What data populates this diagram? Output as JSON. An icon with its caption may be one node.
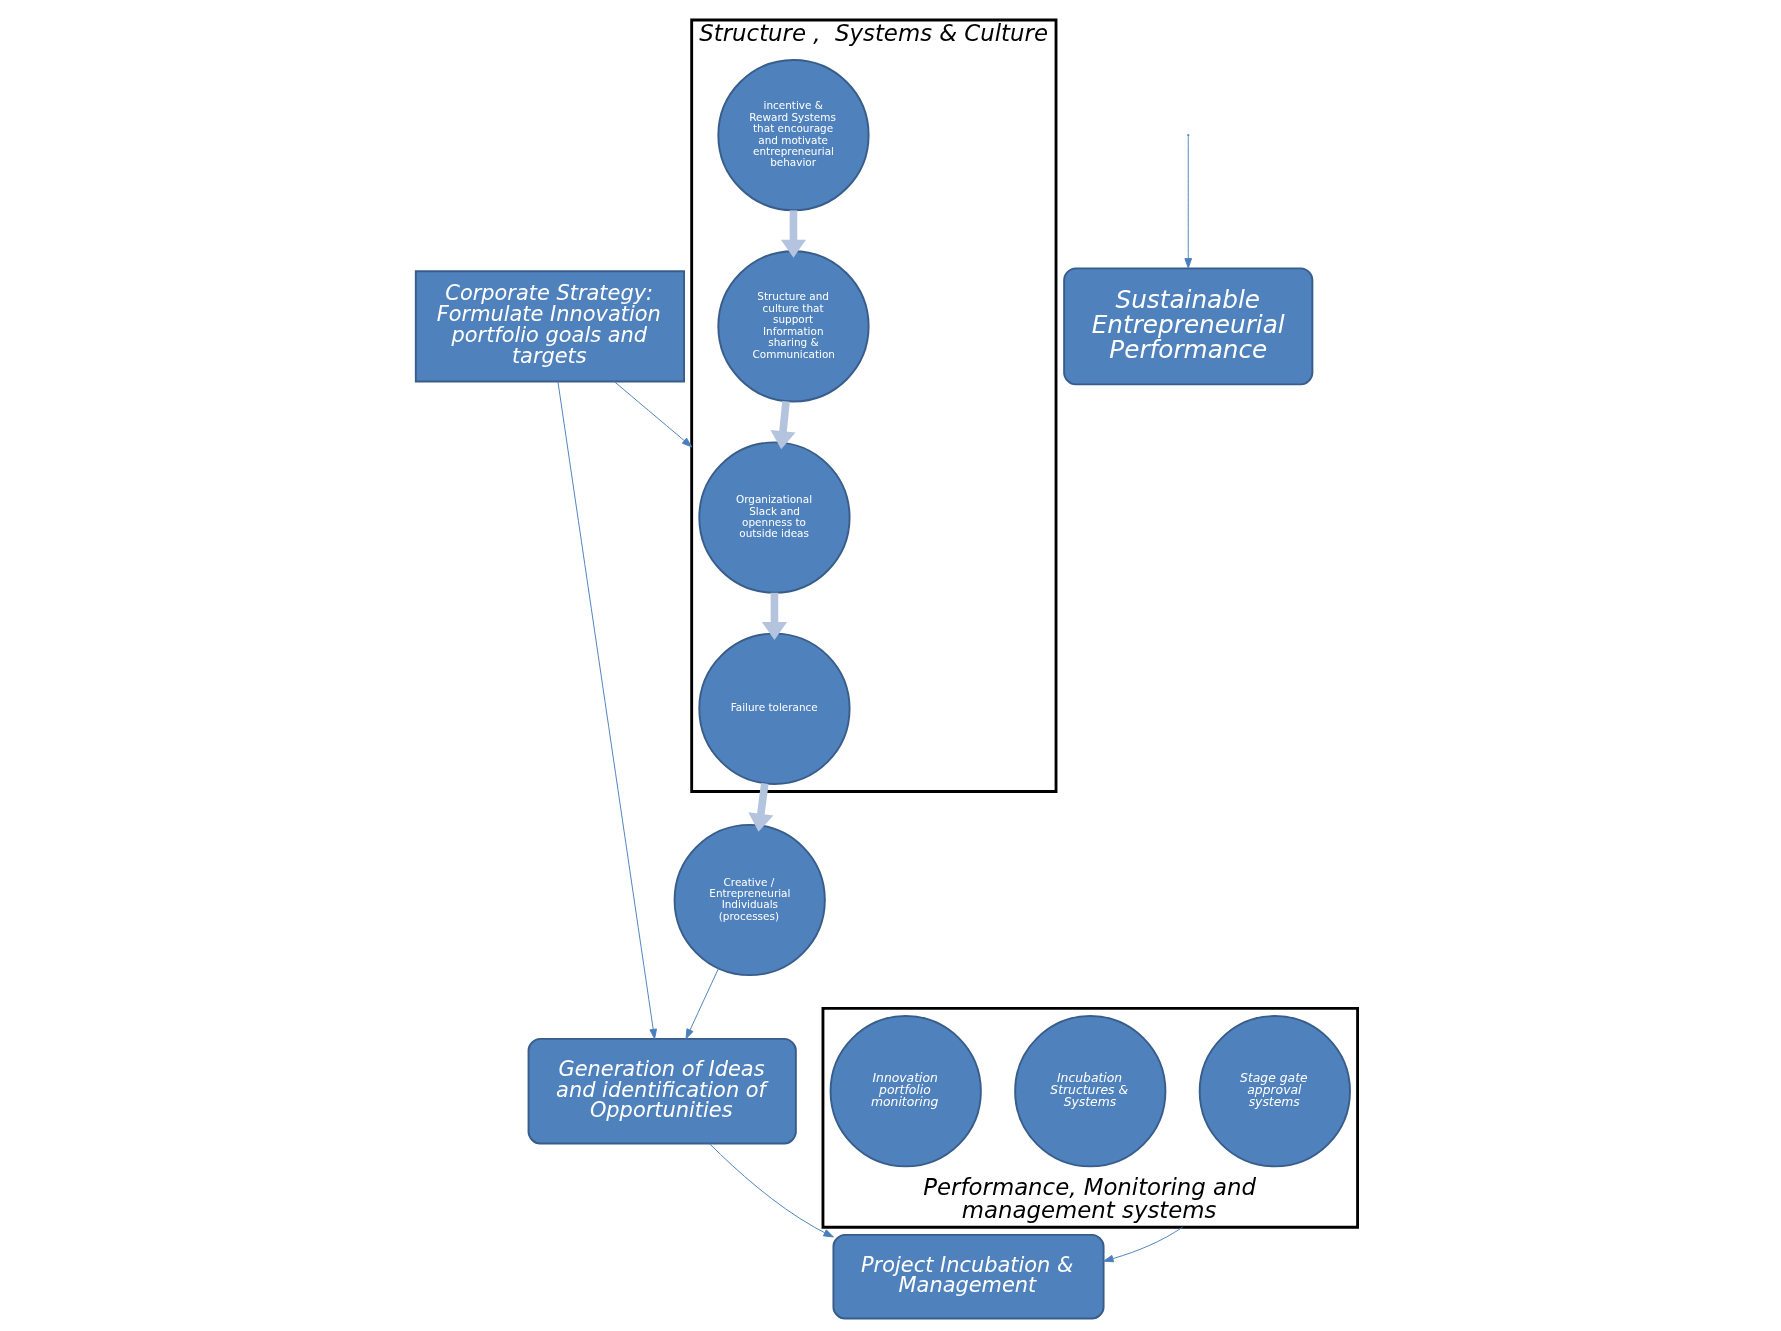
{
  "diagram": {
    "nodes": [
      {
        "text": [
          "Corporate Strategy: Formulate Innovation portfolio goals and targets"
        ]
      },
      {
        "text": [
          "Generation of Ideas and identification of  Opportunities"
        ]
      },
      {
        "text": [
          "Project Incubation & Management"
        ]
      },
      {
        "text": [
          "Structure ,  Systems & Culture"
        ]
      },
      {
        "text": [
          "Organizational Slack and openness to outside ideas"
        ],
        "in": 3
      },
      {
        "text": [
          "Failure tolerance"
        ],
        "in": 3
      },
      {
        "text": [
          "Structure and culture that support Information sharing & Communication"
        ],
        "in": 3
      },
      {
        "text": [
          "incentive & Reward Systems that encourage and motivate entrepreneurial behavior"
        ],
        "in": 3
      },
      {
        "text": [
          "Creative / Entrepreneurial Individuals",
          "(processes)"
        ]
      },
      {
        "text": [
          "Performance, Monitoring and management systems"
        ]
      },
      {
        "text": [
          "Stage gate approval systems"
        ],
        "in": 9
      },
      {
        "text": [
          "Incubation Structures & Systems"
        ],
        "in": 9
      },
      {
        "text": [
          "Innovation portfolio monitoring"
        ],
        "in": 9
      },
      {
        "text": [
          "Sustainable Entrepreneurial Performance"
        ]
      }
    ],
    "edges": [
      {
        "from": 0,
        "to": 1,
        "arrow": "to"
      },
      {
        "from": 1,
        "to": 2,
        "arrow": "to"
      },
      {
        "from": 0,
        "to": 3,
        "arrow": "to"
      },
      {
        "from": 8,
        "to": 1,
        "arrow": "to"
      },
      {
        "from": 9,
        "to": 2,
        "arrow": "to"
      },
      {
        "from": 4,
        "to": 5,
        "arrow": "to",
        "style": "thick",
        "color": "#b4c4df"
      },
      {
        "from": 5,
        "to": 8,
        "arrow": "to",
        "style": "thick",
        "color": "#b4c4df"
      },
      {
        "from": 7,
        "to": 6,
        "arrow": "to",
        "style": "thick",
        "color": "#b4c4df"
      },
      {
        "from": 6,
        "to": 4,
        "arrow": "to",
        "style": "thick",
        "color": "#b4c4df"
      },
      {
        "from": null,
        "to": 13,
        "arrow": "to"
      }
    ]
  }
}
